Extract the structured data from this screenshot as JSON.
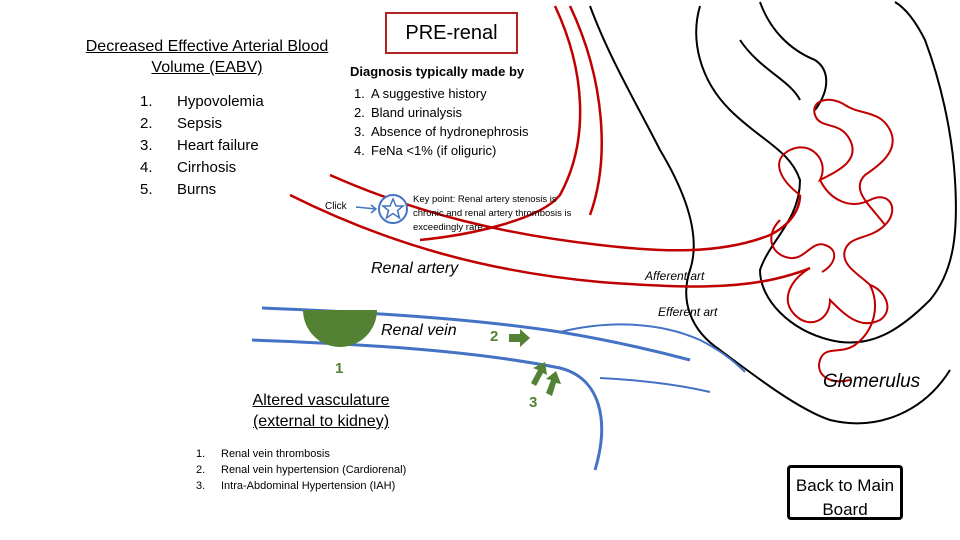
{
  "title": "PRE-renal",
  "eabv": {
    "heading": "Decreased Effective Arterial Blood Volume (EABV)",
    "items": [
      {
        "num": "1.",
        "text": "Hypovolemia"
      },
      {
        "num": "2.",
        "text": "Sepsis"
      },
      {
        "num": "3.",
        "text": "Heart failure"
      },
      {
        "num": "4.",
        "text": "Cirrhosis"
      },
      {
        "num": "5.",
        "text": "Burns"
      }
    ]
  },
  "diagnosis": {
    "heading": "Diagnosis typically made by",
    "items": [
      {
        "num": "1.",
        "text": "A suggestive history"
      },
      {
        "num": "2.",
        "text": "Bland urinalysis"
      },
      {
        "num": "3.",
        "text": "Absence of hydronephrosis"
      },
      {
        "num": "4.",
        "text": "FeNa <1% (if oliguric)"
      }
    ]
  },
  "click_label": "Click",
  "keypoint": "Key point: Renal artery stenosis is chronic and renal artery thrombosis is exceedingly rare",
  "labels": {
    "renal_artery": "Renal artery",
    "renal_vein": "Renal vein",
    "afferent": "Afferent art",
    "efferent": "Efferent art",
    "glomerulus": "Glomerulus",
    "site1": "1",
    "site2": "2",
    "site3": "3"
  },
  "altered": {
    "heading": "Altered vasculature (external to kidney)",
    "items": [
      {
        "num": "1.",
        "text": "Renal vein thrombosis"
      },
      {
        "num": "2.",
        "text": "Renal vein hypertension (Cardiorenal)"
      },
      {
        "num": "3.",
        "text": "Intra-Abdominal Hypertension (IAH)"
      }
    ]
  },
  "back_button": "Back to Main Board",
  "colors": {
    "artery": "#c00000",
    "vein": "#4472c4",
    "compression": "#548235",
    "arrow": "#548235",
    "title_border": "#b22222",
    "star": "#4472c4"
  }
}
